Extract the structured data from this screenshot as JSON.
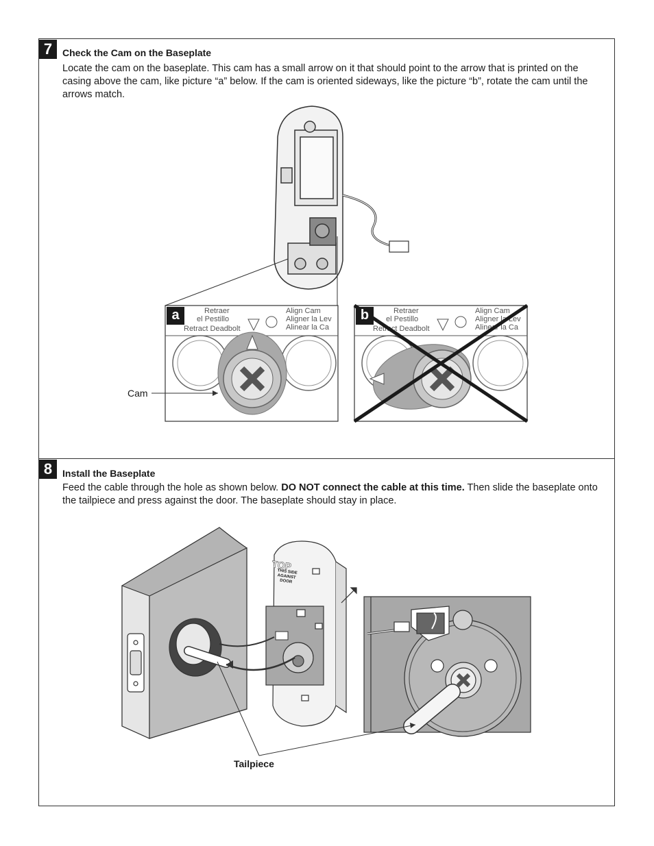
{
  "step7": {
    "number": "7",
    "title": "Check the Cam on the Baseplate",
    "body": "Locate the cam on the baseplate. This cam has a small arrow on it that should point to the arrow that is printed on the casing above the cam, like picture “a” below. If the cam is oriented sideways, like the picture “b”, rotate the cam until the arrows match.",
    "panel_a_letter": "a",
    "panel_b_letter": "b",
    "cam_label": "Cam",
    "casing": {
      "retraer": "Retraer",
      "el_pestillo": "el Pestillo",
      "retract_deadbolt": "Retract Deadbolt",
      "align_cam": "Align Cam",
      "aligner_la_lev": "Aligner la Lev",
      "alinear_la_ca": "Alinear la Ca"
    }
  },
  "step8": {
    "number": "8",
    "title": "Install the Baseplate",
    "body_pre": "Feed the cable through the hole as shown below.",
    "body_bold": "DO NOT connect the cable at this time.",
    "body_post": "Then slide the baseplate onto the tailpiece and press against the door. The baseplate should stay in place.",
    "tailpiece_label": "Tailpiece",
    "baseplate_text": "TOP",
    "baseplate_note": "THIS SIDE AGAINST DOOR"
  }
}
